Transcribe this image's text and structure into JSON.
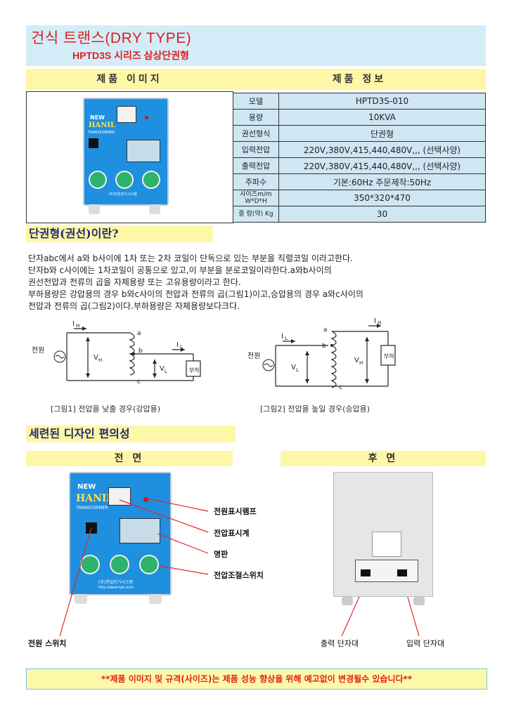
{
  "header": {
    "title": "건식 트랜스(DRY TYPE)",
    "subtitle": "HPTD3S 시리즈 삼상단권형"
  },
  "sections": {
    "product_image": "제품 이미지",
    "product_info": "제품 정보",
    "what_is": "단권형(권선)이란?",
    "design": "세련된 디자인 편의성",
    "front": "전 면",
    "rear": "후 면"
  },
  "spec": [
    {
      "key": "모델",
      "value": "HPTD3S-010"
    },
    {
      "key": "용량",
      "value": "10KVA"
    },
    {
      "key": "권선형식",
      "value": "단권형"
    },
    {
      "key": "입력전압",
      "value": "220V,380V,415,440,480V,,, (선택사양)"
    },
    {
      "key": "출력전압",
      "value": "220V,380V,415,440,480V,,, (선택사양)"
    },
    {
      "key": "주파수",
      "value": "기본:60Hz   주문제작:50Hz"
    },
    {
      "key": "사이즈m/m W*D*H",
      "value": "350*320*470"
    },
    {
      "key": "중 량(약) Kg",
      "value": "30"
    }
  ],
  "description": [
    "단자abc에서 a와 b사이에 1차 또는 2차 코일이 단독으로 있는 부분을 직렬코일 이라고한다.",
    "단자b와 c사이에는 1차코일이 공통으로 있고,이 부분을 분로코일이라한다.a와b사이의",
    "권선전압과 전류의 곱을 자체용량 또는 고유용량이라고 한다.",
    "부하용량은 강압용의 경우 b와c사이의 전압과 전류의 곱(그림1)이고,승압용의 경우 a와c사이의",
    "전압과 전류의 곱(그림2)이다.부하용량은 자체용량보다크다."
  ],
  "figures": {
    "fig1_caption": "[그림1] 전압을 낮출 경우(강압용)",
    "fig2_caption": "[그림2] 전압을 높일 경우(승압용)",
    "source": "전원",
    "load": "부하",
    "IH": "I",
    "IH_sub": "H",
    "IL": "I",
    "IL_sub": "L",
    "VH": "V",
    "VH_sub": "H",
    "VL": "V",
    "VL_sub": "L",
    "a": "a",
    "b": "b",
    "c": "c"
  },
  "device": {
    "new": "NEW",
    "brand": "HANIL",
    "transformer": "TRANSFORMER",
    "maker": "(주)한일전기시스템",
    "url": "http://www.hpt.or.kr"
  },
  "front_labels": {
    "lamp": "전원표시램프",
    "meter": "전압표시계",
    "plate": "명판",
    "switch": "전압조절스위치",
    "power_switch": "전원 스위치"
  },
  "rear_labels": {
    "output_terminal": "출력 단자대",
    "input_terminal": "입력 단자대"
  },
  "notice": "**제품 이미지 및 규격(사이즈)는 제품 성능 향상을 위해 예고없이 변경될수 있습니다**",
  "colors": {
    "title_red": "#e0201b",
    "header_blue": "#d4ecf8",
    "highlight_yellow": "#fff7a8",
    "device_blue": "#1f8fe0"
  }
}
